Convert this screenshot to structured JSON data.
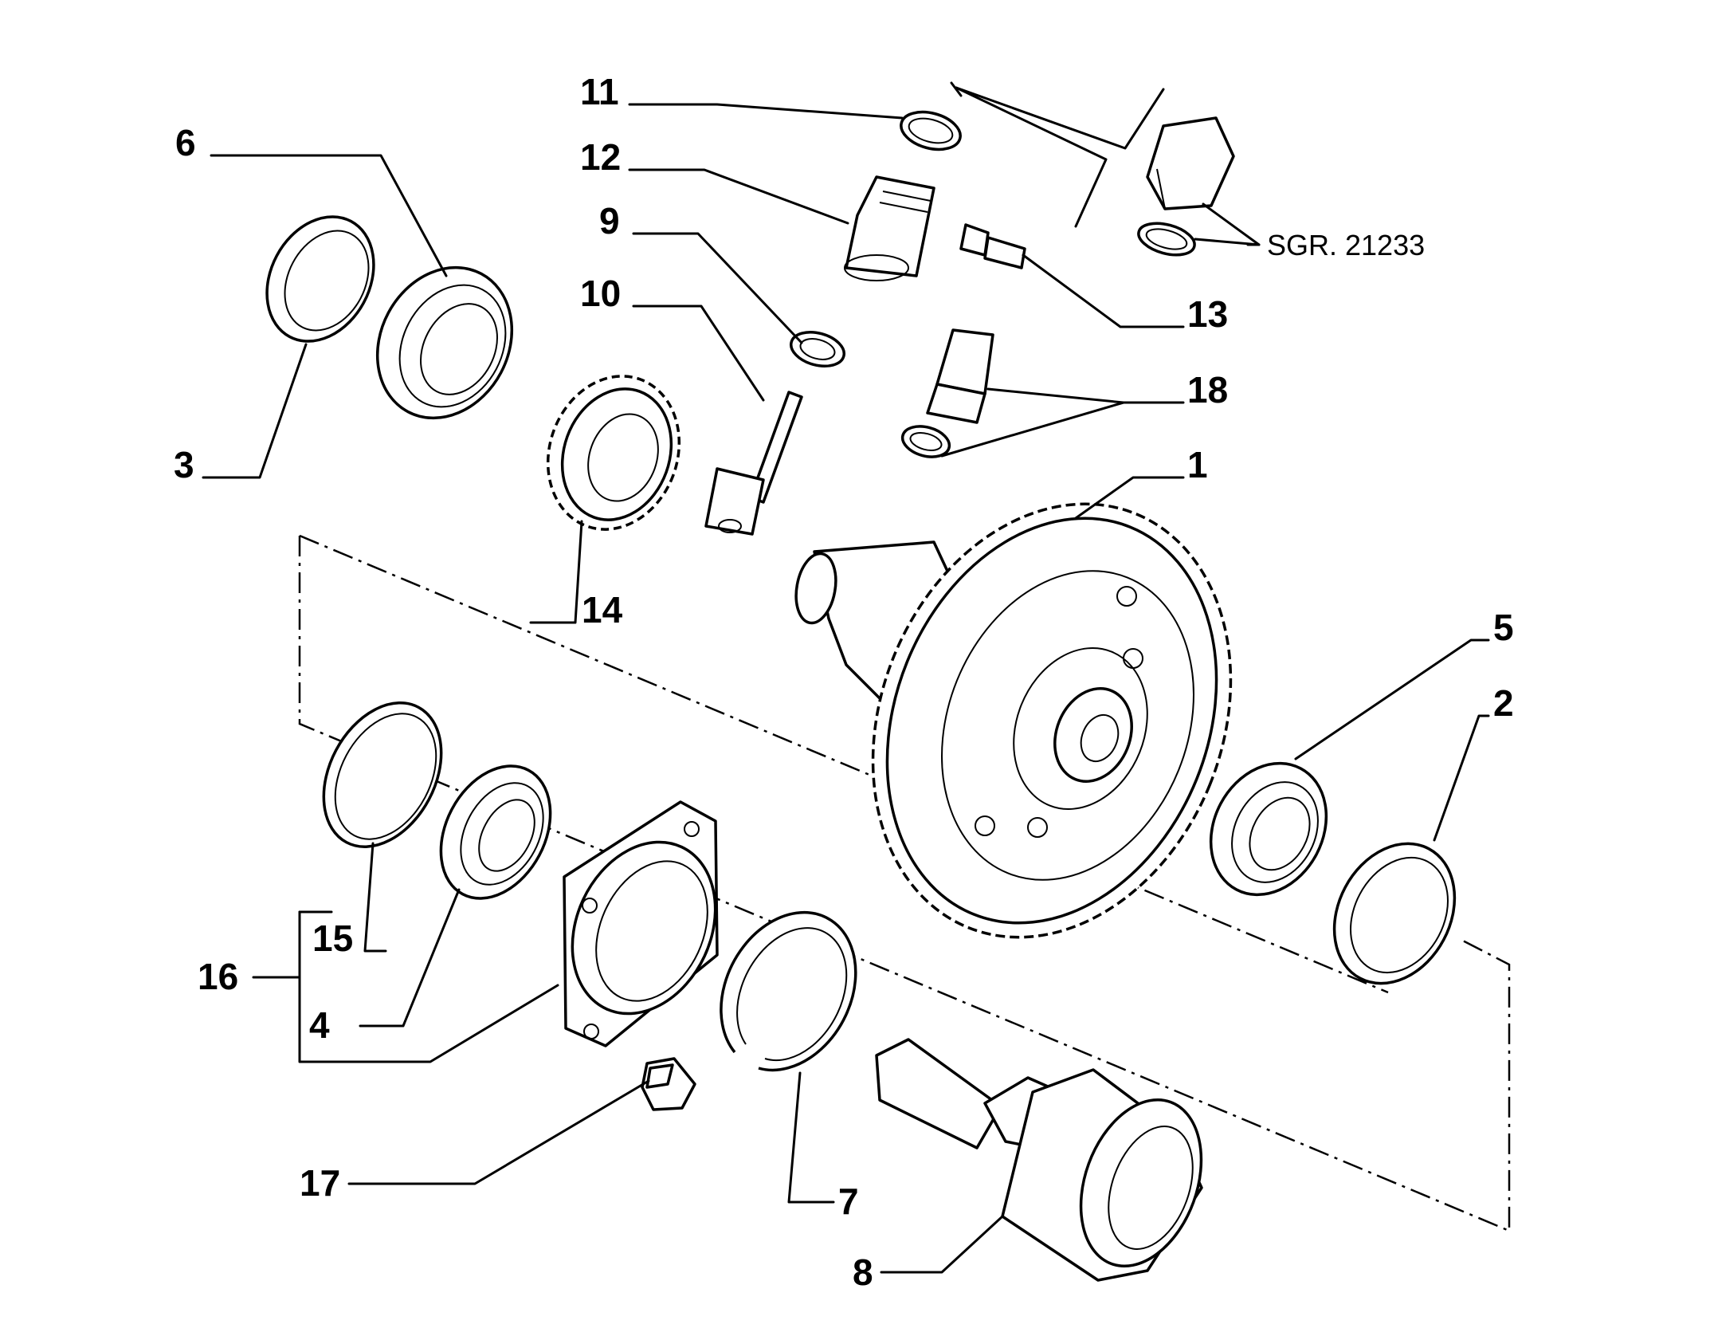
{
  "callouts": {
    "c1": "1",
    "c2": "2",
    "c3": "3",
    "c4": "4",
    "c5": "5",
    "c6": "6",
    "c7": "7",
    "c8": "8",
    "c9": "9",
    "c10": "10",
    "c11": "11",
    "c12": "12",
    "c13": "13",
    "c14": "14",
    "c15": "15",
    "c16": "16",
    "c17": "17",
    "c18": "18"
  },
  "reference": "SGR. 21233",
  "colors": {
    "line": "#000000",
    "background": "#ffffff"
  }
}
